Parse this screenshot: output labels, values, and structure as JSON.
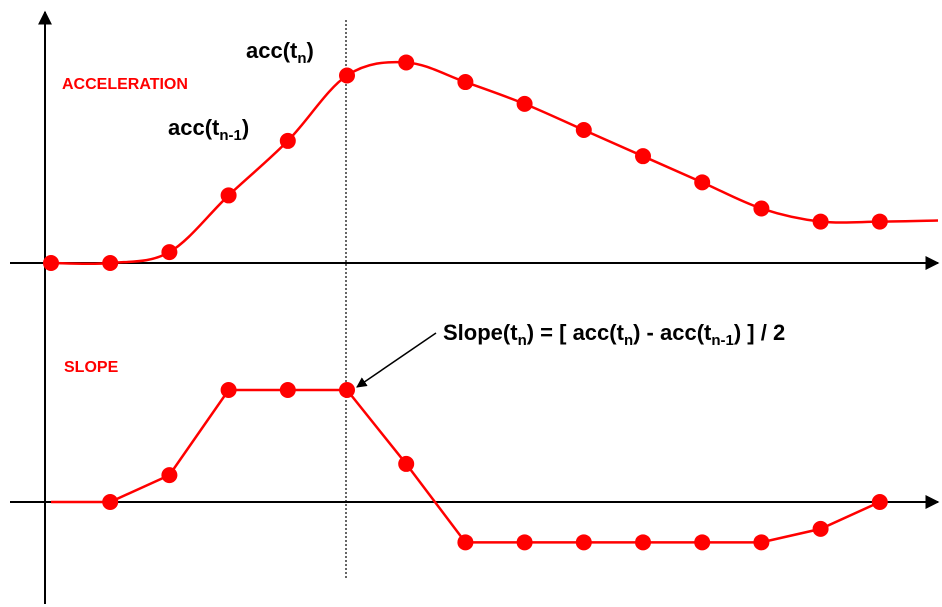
{
  "colors": {
    "curve": "#ff0000",
    "axes": "#000000",
    "background": "#ffffff"
  },
  "labels": {
    "acceleration": "ACCELERATION",
    "slope": "SLOPE",
    "acc_tn": {
      "base": "acc(t",
      "sub": "n",
      "tail": ")"
    },
    "acc_tn1": {
      "base": "acc(t",
      "sub": "n-1",
      "tail": ")"
    },
    "formula": {
      "p1": "Slope(t",
      "s1": "n",
      "p2": ") = [ acc(t",
      "s2": "n",
      "p3": ") - acc(t",
      "s3": "n-1",
      "p4": ") ] / 2"
    }
  },
  "chart_data": [
    {
      "type": "line",
      "name_label": "ACCELERATION",
      "x": [
        0,
        1,
        2,
        3,
        4,
        5,
        6,
        7,
        8,
        9,
        10,
        11,
        12,
        13,
        14
      ],
      "values": [
        0,
        0,
        0.5,
        3.1,
        5.6,
        8.6,
        9.2,
        8.3,
        7.3,
        6.1,
        4.9,
        3.7,
        2.5,
        1.9,
        1.9
      ],
      "ylim": [
        0,
        10
      ]
    },
    {
      "type": "line",
      "name_label": "SLOPE",
      "x": [
        1,
        2,
        3,
        4,
        5,
        6,
        7,
        8,
        9,
        10,
        11,
        12,
        13,
        14
      ],
      "values": [
        0,
        1.2,
        5,
        5,
        5,
        1.7,
        -1.8,
        -1.8,
        -1.8,
        -1.8,
        -1.8,
        -1.8,
        -1.2,
        0
      ],
      "ylim": [
        -3,
        6
      ]
    }
  ]
}
